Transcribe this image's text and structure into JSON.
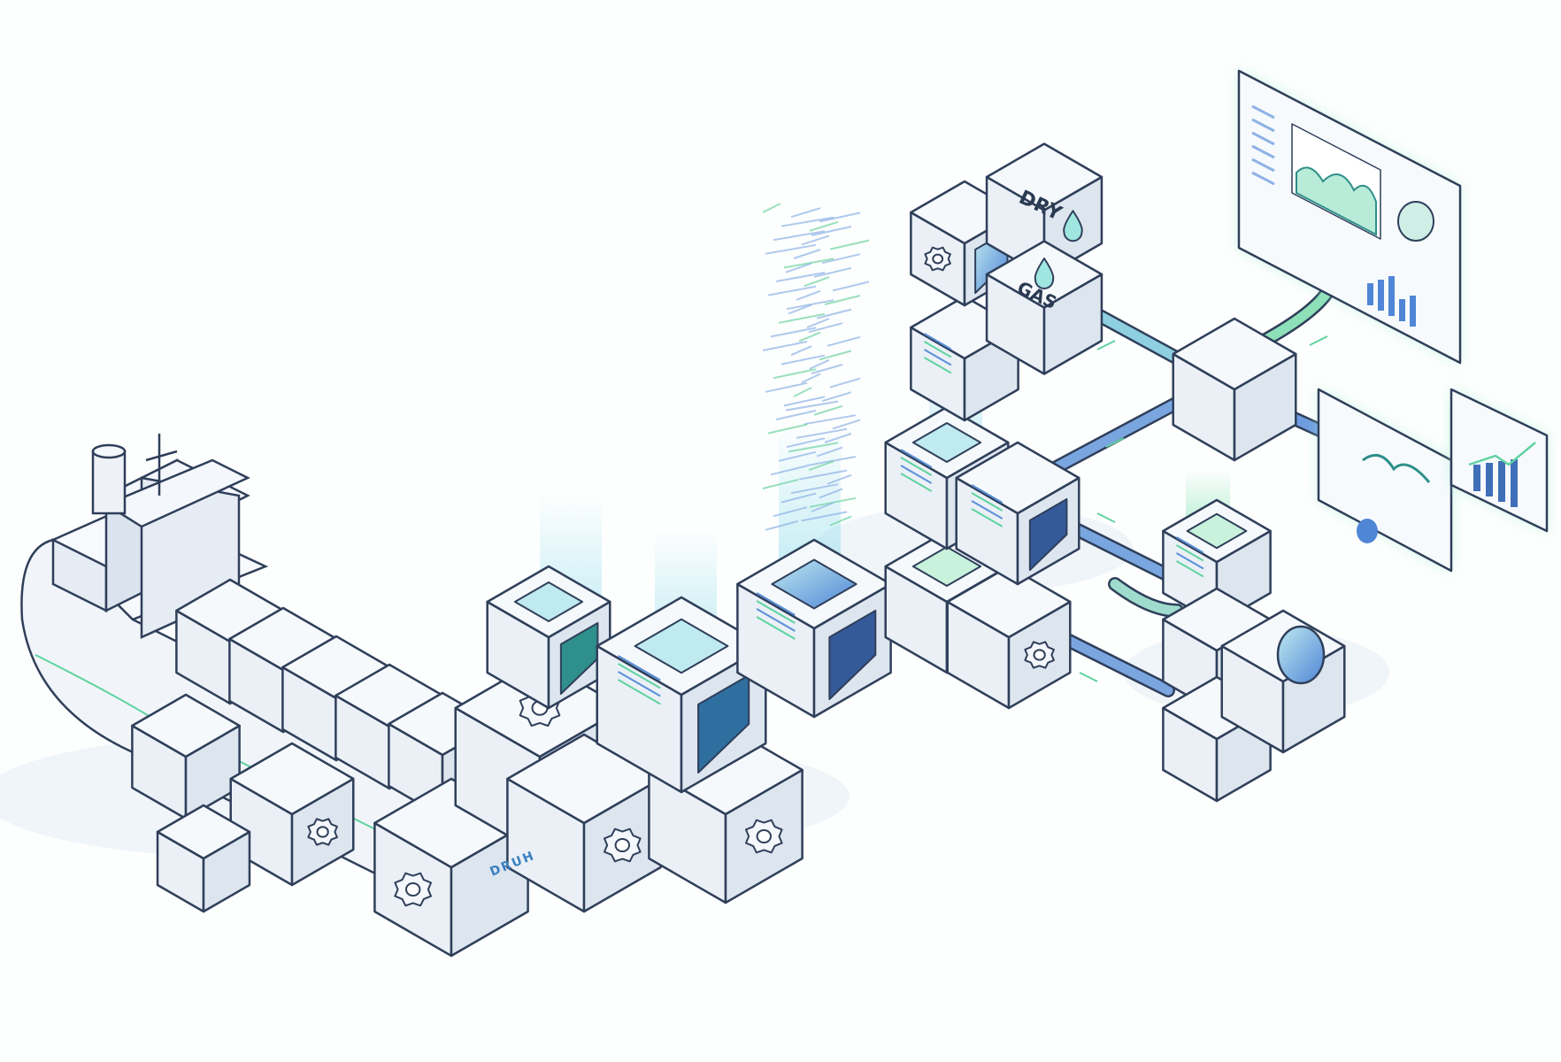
{
  "illustration": {
    "labels": {
      "dry": "DRY",
      "gas": "GAS",
      "druh": "DRUH"
    }
  },
  "colors": {
    "outline": "#2f3f5a",
    "face_top": "#f4f7fb",
    "face_left": "#e6ecf3",
    "face_right": "#dbe3ee",
    "accent_blue": "#5b8fd9",
    "accent_green": "#5fd3a0",
    "glow_cyan": "#9fe6e0"
  }
}
